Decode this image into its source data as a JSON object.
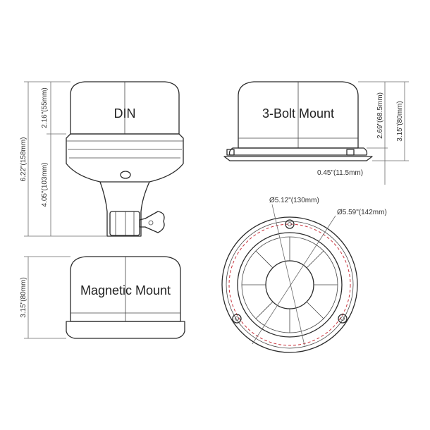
{
  "labels": {
    "din": "DIN",
    "bolt": "3-Bolt Mount",
    "magnetic": "Magnetic Mount"
  },
  "dimensions": {
    "din_total": "6.22\"(158mm)",
    "din_top": "2.16\"(55mm)",
    "din_bottom": "4.05\"(103mm)",
    "bolt_body": "2.69\"(68.5mm)",
    "bolt_total": "3.15\"(80mm)",
    "bolt_flange": "0.45\"(11.5mm)",
    "magnetic_total": "3.15\"(80mm)",
    "dia_inner": "Ø5.12\"(130mm)",
    "dia_outer": "Ø5.59\"(142mm)"
  },
  "colors": {
    "line": "#2b2b2b",
    "dimension": "#6a6a6a",
    "bolt_circle": "#c8323c"
  }
}
